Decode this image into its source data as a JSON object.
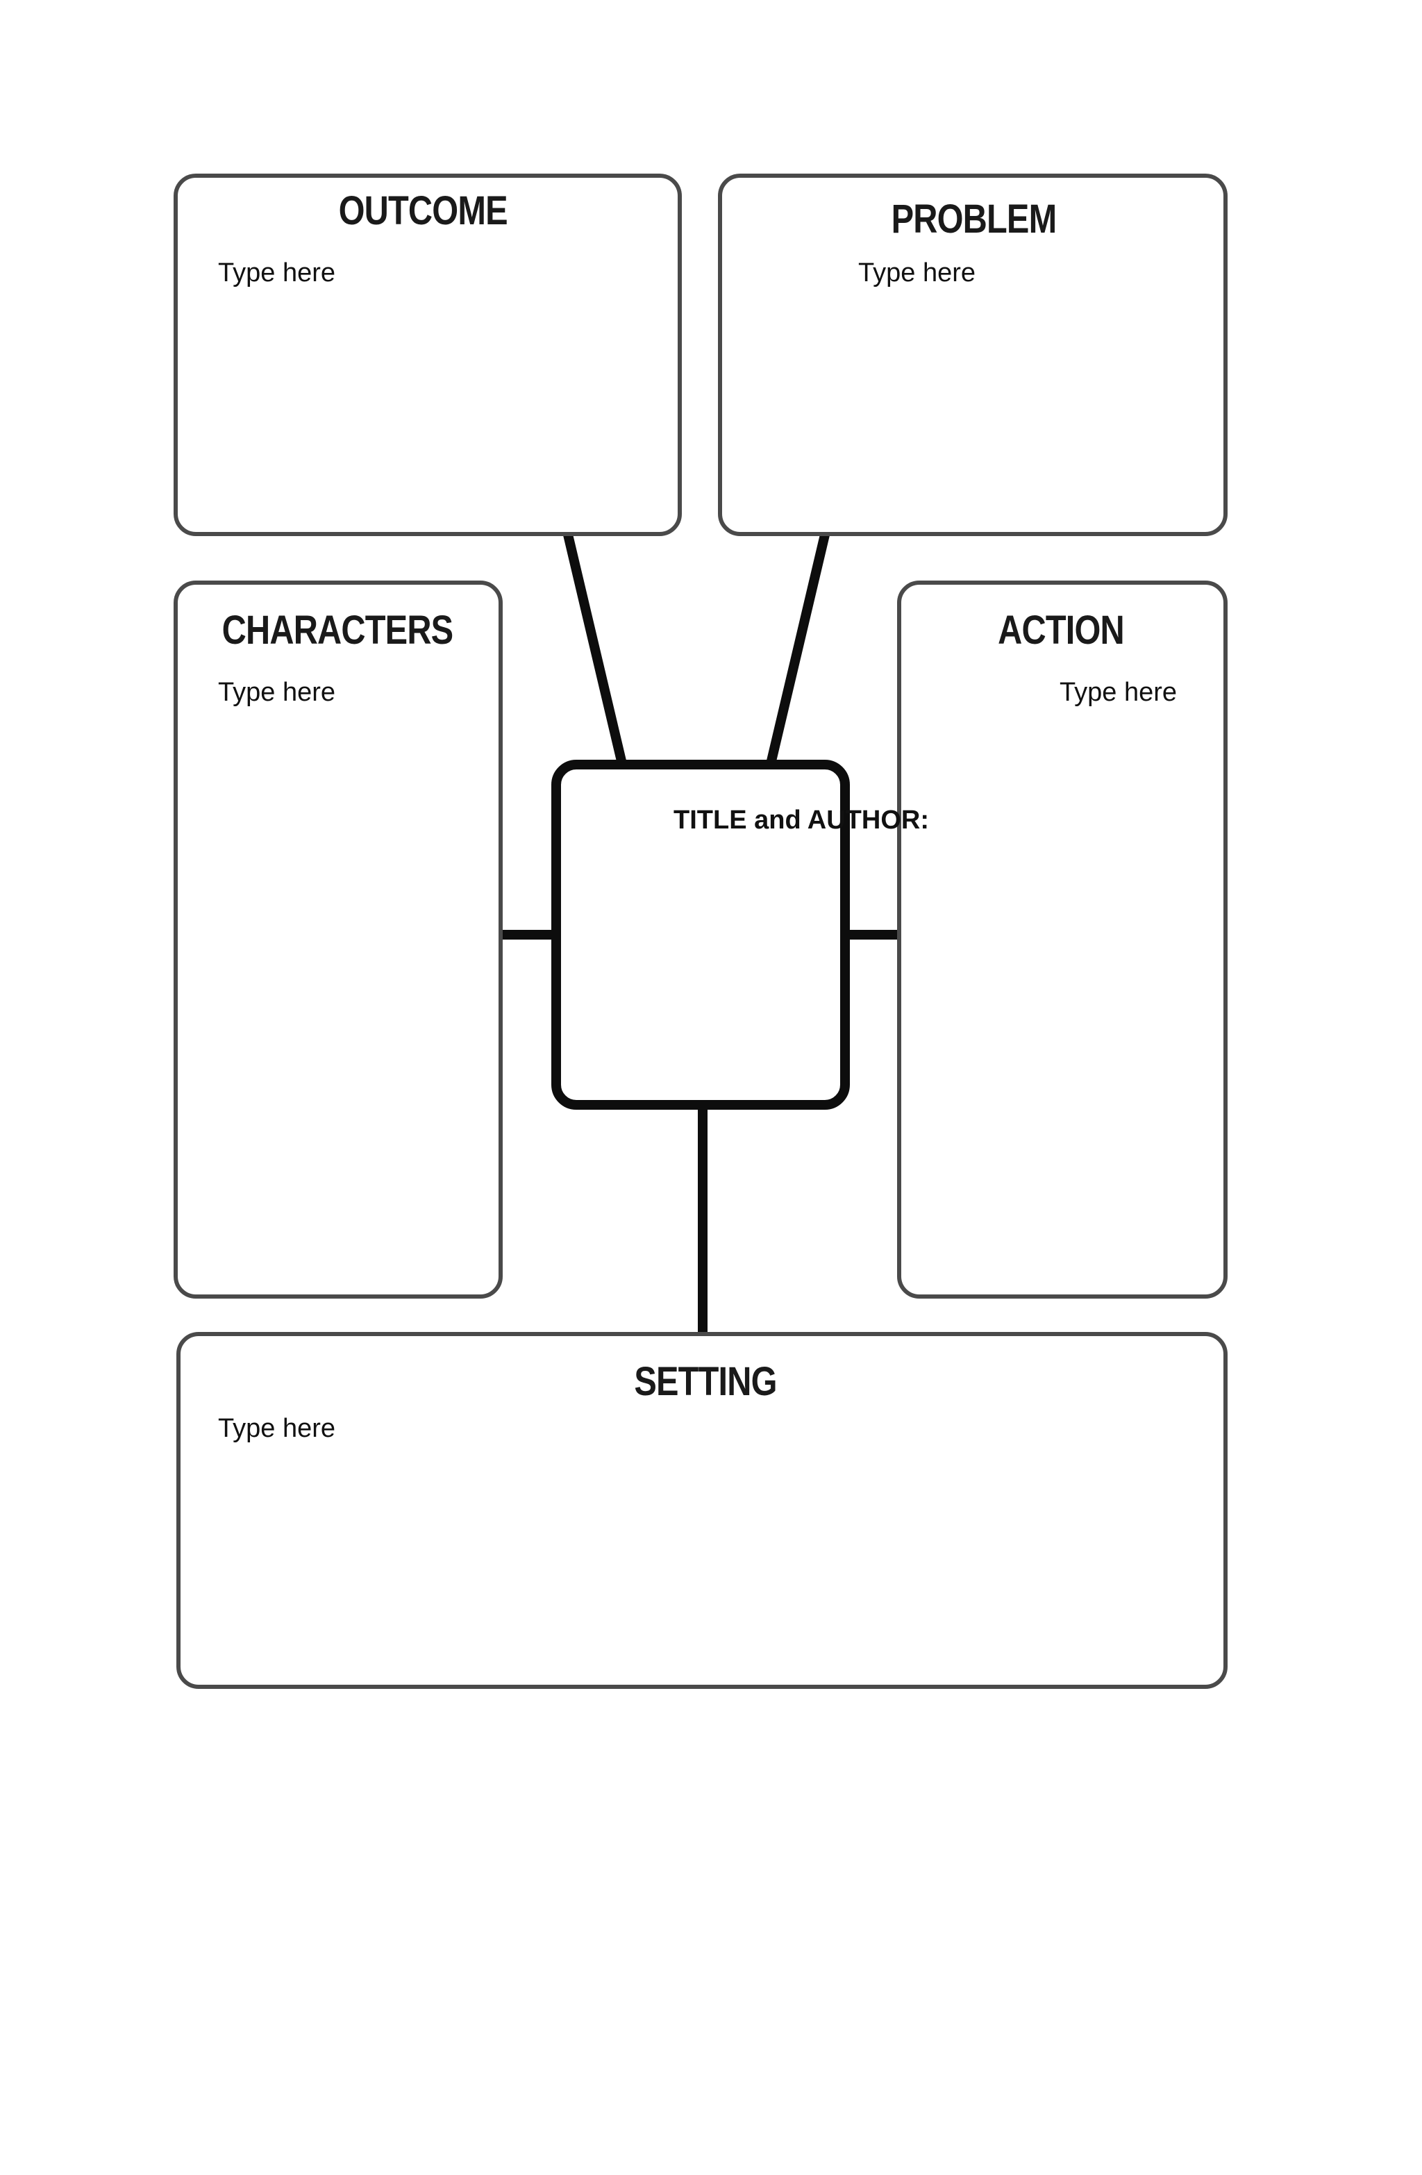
{
  "organizer": {
    "center": {
      "label": "TITLE and AUTHOR:"
    },
    "outcome": {
      "heading": "OUTCOME",
      "placeholder": "Type here"
    },
    "problem": {
      "heading": "PROBLEM",
      "placeholder": "Type here"
    },
    "characters": {
      "heading": "CHARACTERS",
      "placeholder": "Type here"
    },
    "action": {
      "heading": "ACTION",
      "placeholder": "Type here"
    },
    "setting": {
      "heading": "SETTING",
      "placeholder": "Type here"
    }
  },
  "colors": {
    "box_border": "#4a4a4a",
    "center_border": "#0d0d0d",
    "connector": "#0d0d0d",
    "background": "#ffffff"
  }
}
